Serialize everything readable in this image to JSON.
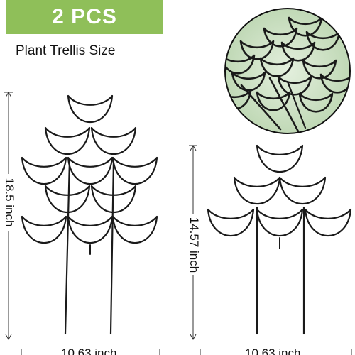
{
  "badge": {
    "text": "2 PCS",
    "color": "#8fbf59"
  },
  "subtitle": "Plant Trellis Size",
  "dimensions": {
    "large_height": "18.5 inch",
    "large_width": "10.63 inch",
    "small_height": "14.57 inch",
    "small_width": "10.63 inch"
  },
  "colors": {
    "trellis": "#1a1a1a",
    "inset_background": "#cfe4c7",
    "inset_border": "#111111"
  },
  "icons": {
    "inset": "trellis-closeup-photo"
  }
}
